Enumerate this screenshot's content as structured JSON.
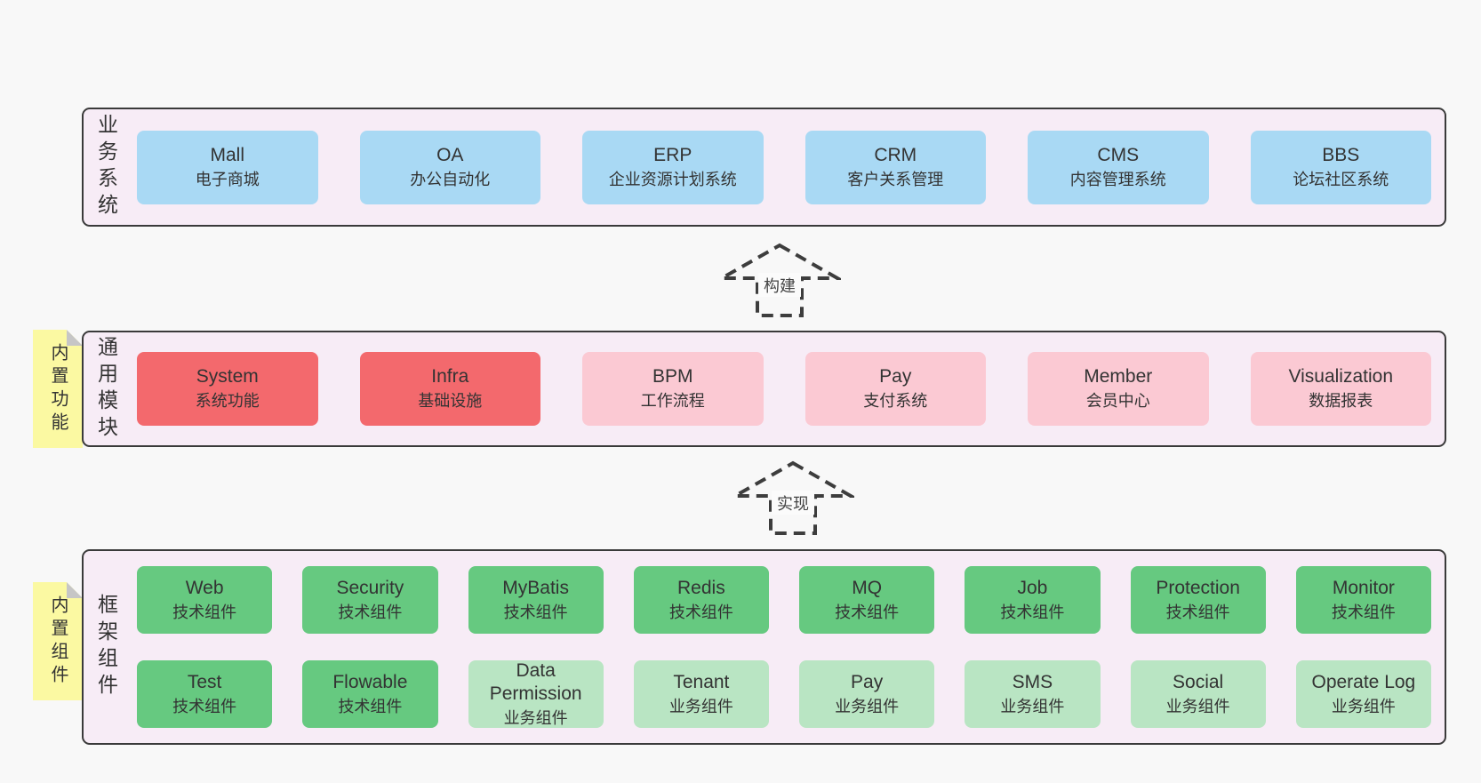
{
  "page": {
    "background": "#f8f8f8"
  },
  "colors": {
    "business_box_blue": "#a9d9f4",
    "core_module_red": "#f3696d",
    "optional_module_pink": "#fbc9d3",
    "tech_component_green": "#66c980",
    "biz_component_light_green": "#b9e5c3",
    "layer_background": "#f7ecf6",
    "layer_border": "#3a3a3a",
    "note_yellow": "#fbf9a2",
    "note_fold_gray": "#c6c6c6",
    "text": "#333333"
  },
  "layers": [
    {
      "name": "business-systems",
      "label": "业务系统",
      "note": null,
      "rows": [
        [
          {
            "name": "Mall",
            "desc": "电子商城",
            "type": "blue"
          },
          {
            "name": "OA",
            "desc": "办公自动化",
            "type": "blue"
          },
          {
            "name": "ERP",
            "desc": "企业资源计划系统",
            "type": "blue"
          },
          {
            "name": "CRM",
            "desc": "客户关系管理",
            "type": "blue"
          },
          {
            "name": "CMS",
            "desc": "内容管理系统",
            "type": "blue"
          },
          {
            "name": "BBS",
            "desc": "论坛社区系统",
            "type": "blue"
          }
        ]
      ]
    },
    {
      "name": "common-modules",
      "label": "通用模块",
      "note": "内置功能",
      "rows": [
        [
          {
            "name": "System",
            "desc": "系统功能",
            "type": "red"
          },
          {
            "name": "Infra",
            "desc": "基础设施",
            "type": "red"
          },
          {
            "name": "BPM",
            "desc": "工作流程",
            "type": "pink"
          },
          {
            "name": "Pay",
            "desc": "支付系统",
            "type": "pink"
          },
          {
            "name": "Member",
            "desc": "会员中心",
            "type": "pink"
          },
          {
            "name": "Visualization",
            "desc": "数据报表",
            "type": "pink"
          }
        ]
      ]
    },
    {
      "name": "framework-components",
      "label": "框架组件",
      "note": "内置组件",
      "rows": [
        [
          {
            "name": "Web",
            "desc": "技术组件",
            "type": "green"
          },
          {
            "name": "Security",
            "desc": "技术组件",
            "type": "green"
          },
          {
            "name": "MyBatis",
            "desc": "技术组件",
            "type": "green"
          },
          {
            "name": "Redis",
            "desc": "技术组件",
            "type": "green"
          },
          {
            "name": "MQ",
            "desc": "技术组件",
            "type": "green"
          },
          {
            "name": "Job",
            "desc": "技术组件",
            "type": "green"
          },
          {
            "name": "Protection",
            "desc": "技术组件",
            "type": "green"
          },
          {
            "name": "Monitor",
            "desc": "技术组件",
            "type": "green"
          }
        ],
        [
          {
            "name": "Test",
            "desc": "技术组件",
            "type": "green"
          },
          {
            "name": "Flowable",
            "desc": "技术组件",
            "type": "green"
          },
          {
            "name": "Data Permission",
            "desc": "业务组件",
            "type": "lightgreen"
          },
          {
            "name": "Tenant",
            "desc": "业务组件",
            "type": "lightgreen"
          },
          {
            "name": "Pay",
            "desc": "业务组件",
            "type": "lightgreen"
          },
          {
            "name": "SMS",
            "desc": "业务组件",
            "type": "lightgreen"
          },
          {
            "name": "Social",
            "desc": "业务组件",
            "type": "lightgreen"
          },
          {
            "name": "Operate Log",
            "desc": "业务组件",
            "type": "lightgreen"
          }
        ]
      ]
    }
  ],
  "arrows": [
    {
      "label": "构建"
    },
    {
      "label": "实现"
    }
  ]
}
